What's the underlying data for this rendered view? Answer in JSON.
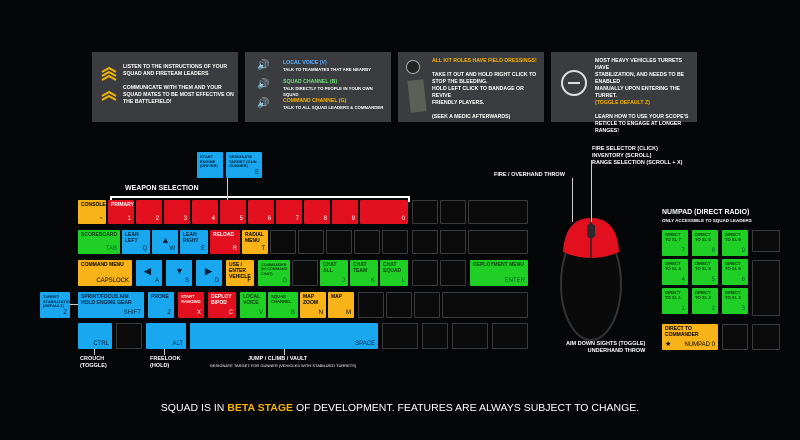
{
  "cards": [
    {
      "lines": [
        "Listen to the instructions of your",
        "squad and fireteam leaders",
        "",
        "Communicate with them and your",
        "squad mates to be most effective on",
        "the battlefield!"
      ]
    },
    {
      "items": [
        {
          "title": "Local Voice (V)",
          "desc": "Talk to teammates that are nearby"
        },
        {
          "title": "Squad Channel (B)",
          "desc": "Talk directly to people in your own squad"
        },
        {
          "title": "Command Channel (G)",
          "desc": "Talk to all squad leaders & commander"
        }
      ]
    },
    {
      "lines": [
        "All kit roles have field dressings!",
        "",
        "Take it out and hold right click to",
        "stop the bleeding.",
        "Hold left click to bandage or revive",
        "friendly players.",
        "",
        "(Seek a Medic afterwards)"
      ]
    },
    {
      "lines": [
        "Most heavy vehicles turrets have",
        "stabilization, and needs to be enabled",
        "manually upon entering the turret.",
        "(Toggle Default Z)",
        "",
        "Learn how to use your scope's",
        "reticle to engage at longer ranges!"
      ]
    }
  ],
  "weapon_selection": "WEAPON SELECTION",
  "keys": {
    "console": "CONSOLE",
    "tilde": "~",
    "primary": "PRIMARY",
    "n1": "1",
    "n2": "2",
    "n3": "3",
    "n4": "4",
    "n5": "5",
    "n6": "6",
    "n7": "7",
    "n8": "8",
    "n9": "9",
    "n0": "0",
    "scoreboard": "SCOREBOARD",
    "tab": "TAB",
    "lean_left": "LEAN LEFT",
    "q": "Q",
    "w": "W",
    "lean_right": "LEAN RIGHT",
    "e": "E",
    "reload": "RELOAD",
    "r": "R",
    "radial": "RADIAL MENU",
    "t": "T",
    "command_menu": "COMMAND MENU",
    "capslock": "CAPSLOCK",
    "a": "A",
    "s": "S",
    "d": "D",
    "use": "USE / ENTER VEHICLE",
    "f": "F",
    "commander": "COMMANDER (IN COMMAND CHAT)",
    "g": "G",
    "chat_all": "CHAT ALL",
    "j": "J",
    "chat_team": "CHAT TEAM",
    "k": "K",
    "chat_squad": "CHAT SQUAD",
    "l": "L",
    "deployment": "DEPLOYMENT MENU",
    "enter": "ENTER",
    "turret_stab": "TURRET STABILIZATION (DEFAULT)",
    "z_small": "Z",
    "sprint": "SPRINT/FOCUS AIM HOLD ENGINE GEAR",
    "shift": "SHIFT",
    "prone": "PRONE",
    "z": "Z",
    "start_ranging": "START RANGING",
    "x": "X",
    "deploy_bipod": "DEPLOY BIPOD",
    "c": "C",
    "local_voice": "LOCAL VOICE",
    "v": "V",
    "squad_channel": "SQUAD CHANNEL",
    "b": "B",
    "map_zoom": "MAP ZOOM",
    "n": "N",
    "map": "MAP",
    "m": "M",
    "ctrl": "CTRL",
    "alt": "ALT",
    "space": "SPACE",
    "start_engine": "START ENGINE (DRIVER)",
    "designate": "DESIGNATE TARGET (GUN GUNNER)"
  },
  "labels": {
    "crouch": "CROUCH (TOGGLE)",
    "freelook": "FREELOOK (HOLD)",
    "jump": "JUMP / CLIMB / VAULT",
    "jump_sub": "DESIGNATE TARGET FOR GUNNER (VEHICLES WITH STABILIZED TURRETS)",
    "fire_selector": "FIRE SELECTOR (CLICK)",
    "inventory": "INVENTORY (SCROLL)",
    "range": "RANGE SELECTION (SCROLL + X)",
    "fire": "FIRE / OVERHAND THROW",
    "ads": "AIM DOWN SIGHTS (TOGGLE)",
    "underhand": "UNDERHAND THROW"
  },
  "numpad": {
    "title": "NUMPAD (DIRECT RADIO)",
    "subtitle": "ONLY ACCESSIBLE TO SQUAD LEADERS",
    "keys": [
      {
        "l": "DIRECT TO SL 7",
        "k": "7"
      },
      {
        "l": "DIRECT TO SL 8",
        "k": "8"
      },
      {
        "l": "DIRECT TO SL 9",
        "k": "9"
      },
      {
        "l": "DIRECT TO SL 4",
        "k": "4"
      },
      {
        "l": "DIRECT TO SL 5",
        "k": "5"
      },
      {
        "l": "DIRECT TO SL 6",
        "k": "6"
      },
      {
        "l": "DIRECT TO SL 1",
        "k": "1"
      },
      {
        "l": "DIRECT TO SL 2",
        "k": "2"
      },
      {
        "l": "DIRECT TO SL 3",
        "k": "3"
      }
    ],
    "commander": "DIRECT TO COMMANDER",
    "numpad0": "NUMPAD 0"
  },
  "footer": {
    "pre": "SQUAD IS IN ",
    "hl": "BETA STAGE",
    "post": " OF DEVELOPMENT. FEATURES ARE ALWAYS SUBJECT TO CHANGE."
  },
  "colors": {
    "red": "#e2101e",
    "green": "#1fcf26",
    "blue": "#19a7f0",
    "yellow": "#f7b318"
  }
}
